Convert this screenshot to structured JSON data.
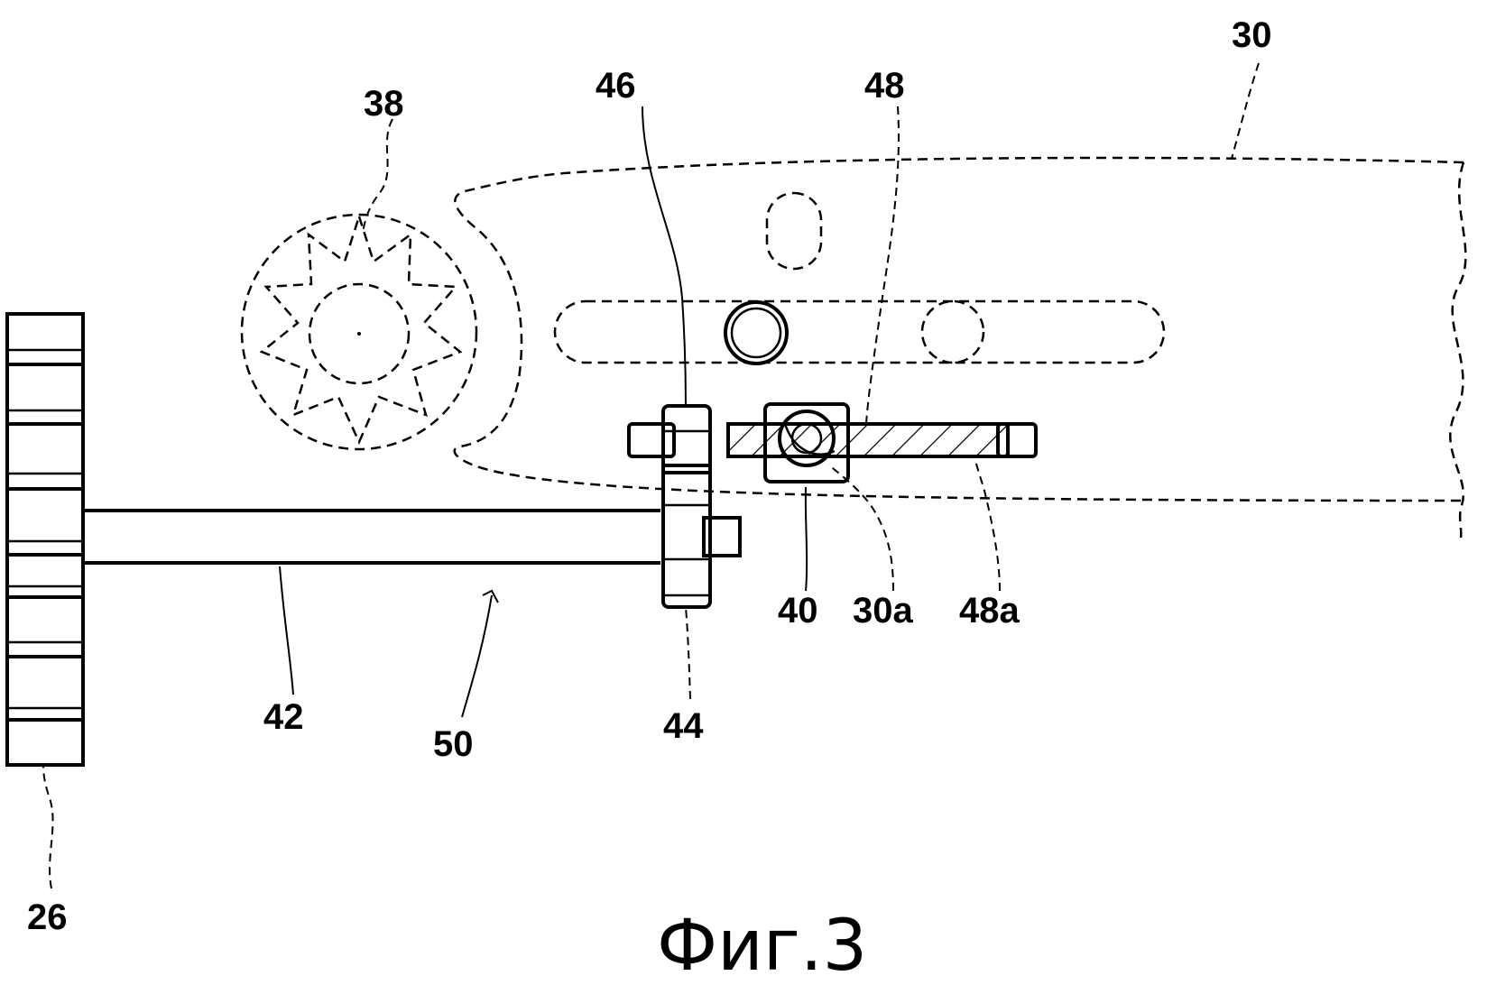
{
  "figure": {
    "caption": "Фиг.3",
    "labels": {
      "n30": "30",
      "n46": "46",
      "n48": "48",
      "n38": "38",
      "n40": "40",
      "n30a": "30a",
      "n48a": "48a",
      "n42": "42",
      "n50": "50",
      "n44": "44",
      "n26": "26"
    }
  }
}
